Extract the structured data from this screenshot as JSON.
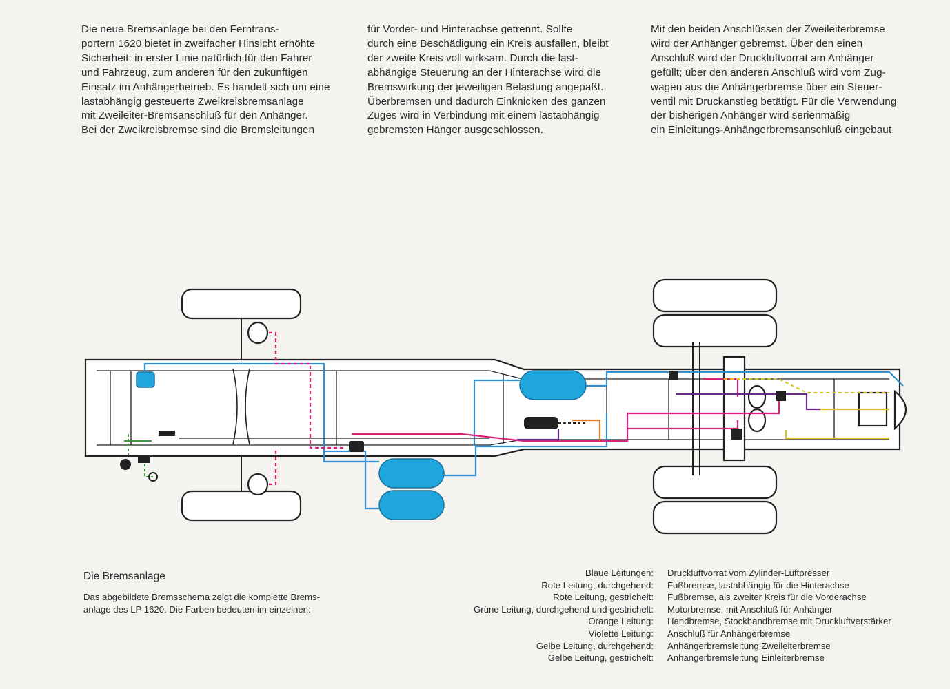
{
  "intro": {
    "col1": [
      "Die neue Bremsanlage bei den Ferntrans-",
      "portern 1620 bietet in zweifacher Hinsicht erhöhte",
      "Sicherheit: in erster Linie natürlich für den Fahrer",
      "und Fahrzeug, zum anderen für den zukünftigen",
      "Einsatz im Anhängerbetrieb. Es handelt sich um eine",
      "lastabhängig gesteuerte Zweikreisbremsanlage",
      "mit Zweileiter-Bremsanschluß für den Anhänger.",
      "Bei der Zweikreisbremse sind die Bremsleitungen"
    ],
    "col2": [
      "für Vorder- und Hinterachse getrennt. Sollte",
      "durch eine Beschädigung ein Kreis ausfallen, bleibt",
      "der zweite Kreis voll wirksam. Durch die last-",
      "abhängige Steuerung an der Hinterachse wird die",
      "Bremswirkung der jeweiligen Belastung angepaßt.",
      "Überbremsen und dadurch Einknicken des ganzen",
      "Zuges wird in Verbindung mit einem lastabhängig",
      "gebremsten Hänger ausgeschlossen."
    ],
    "col3": [
      "Mit den beiden Anschlüssen der Zweileiterbremse",
      "wird der Anhänger gebremst. Über den einen",
      "Anschluß wird der Druckluftvorrat am Anhänger",
      "gefüllt; über den anderen Anschluß wird vom Zug-",
      "wagen aus die Anhängerbremse über ein Steuer-",
      "ventil mit Druckanstieg betätigt. Für die Verwendung",
      "der bisherigen Anhänger wird serienmäßig",
      "ein Einleitungs-Anhängerbremsanschluß eingebaut."
    ]
  },
  "caption": {
    "title": "Die Bremsanlage",
    "lines": [
      "Das abgebildete Bremsschema zeigt die komplette Brems-",
      "anlage des LP 1620. Die Farben bedeuten im einzelnen:"
    ]
  },
  "legend": [
    {
      "label": "Blaue Leitungen:",
      "value": "Druckluftvorrat vom Zylinder-Luftpresser"
    },
    {
      "label": "Rote Leitung, durchgehend:",
      "value": "Fußbremse, lastabhängig für die Hinterachse"
    },
    {
      "label": "Rote Leitung, gestrichelt:",
      "value": "Fußbremse, als zweiter Kreis für die Vorderachse"
    },
    {
      "label": "Grüne Leitung, durchgehend und gestrichelt:",
      "value": "Motorbremse, mit Anschluß für Anhänger"
    },
    {
      "label": "Orange Leitung:",
      "value": "Handbremse, Stockhandbremse mit Druckluftverstärker"
    },
    {
      "label": "Violette Leitung:",
      "value": "Anschluß für Anhängerbremse"
    },
    {
      "label": "Gelbe Leitung, durchgehend:",
      "value": "Anhängerbremsleitung Zweileiterbremse"
    },
    {
      "label": "Gelbe Leitung, gestrichelt:",
      "value": "Anhängerbremsleitung Einleiterbremse"
    }
  ],
  "colors": {
    "blue": "#2f8fcf",
    "tank": "#1fa6dc",
    "red": "#d8227a",
    "green": "#3a9a3a",
    "orange": "#e07a2a",
    "violet": "#6a2a8a",
    "yellow": "#d9c21c",
    "outline": "#222222"
  }
}
